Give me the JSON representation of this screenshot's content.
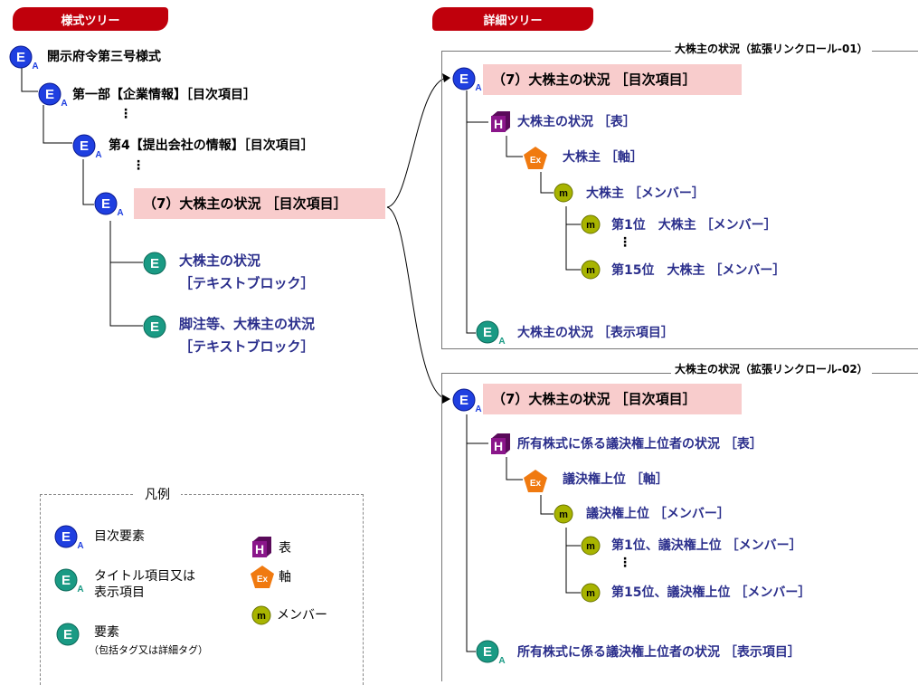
{
  "style_tree": {
    "tab": "様式ツリー",
    "root": "開示府令第三号様式",
    "part1": "第一部【企業情報】［目次項目］",
    "dots": "⋮",
    "part4": "第4【提出会社の情報】［目次項目］",
    "item7": "（7）大株主の状況 ［目次項目］",
    "leaf1_line1": "大株主の状況",
    "leaf1_line2": "［テキストブロック］",
    "leaf2_line1": "脚注等、大株主の状況",
    "leaf2_line2": "［テキストブロック］"
  },
  "detail_tree": {
    "tab": "詳細ツリー",
    "role1": {
      "title": "大株主の状況（拡張リンクロール-01）",
      "root": "（7）大株主の状況 ［目次項目］",
      "table": "大株主の状況 ［表］",
      "axis": "大株主 ［軸］",
      "member": "大株主 ［メンバー］",
      "m1": "第1位　大株主 ［メンバー］",
      "dots": "⋮",
      "m15": "第15位　大株主 ［メンバー］",
      "display": "大株主の状況 ［表示項目］"
    },
    "role2": {
      "title": "大株主の状況（拡張リンクロール-02）",
      "root": "（7）大株主の状況 ［目次項目］",
      "table": "所有株式に係る議決権上位者の状況 ［表］",
      "axis": "議決権上位 ［軸］",
      "member": "議決権上位 ［メンバー］",
      "m1": "第1位、議決権上位 ［メンバー］",
      "dots": "⋮",
      "m15": "第15位、議決権上位 ［メンバー］",
      "display": "所有株式に係る議決権上位者の状況 ［表示項目］"
    }
  },
  "legend": {
    "title": "凡例",
    "toc_element": "目次要素",
    "title_item_line1": "タイトル項目又は",
    "title_item_line2": "表示項目",
    "element": "要素",
    "element_note": "（包括タグ又は詳細タグ）",
    "table": "表",
    "axis": "軸",
    "member": "メンバー"
  },
  "icons": {
    "E_letter": "E",
    "A_sub": "A",
    "H_letter": "H",
    "Ex_letter": "Ex",
    "m_letter": "m"
  },
  "colors": {
    "tab_red": "#c0000c",
    "blue_icon": "#1f3fe0",
    "teal_icon": "#1a9a84",
    "table_purple": "#8a168a",
    "axis_orange": "#f07a10",
    "member_olive": "#a8b400",
    "highlight_pink": "#f8cccc",
    "text_navy": "#2b2f8c"
  }
}
